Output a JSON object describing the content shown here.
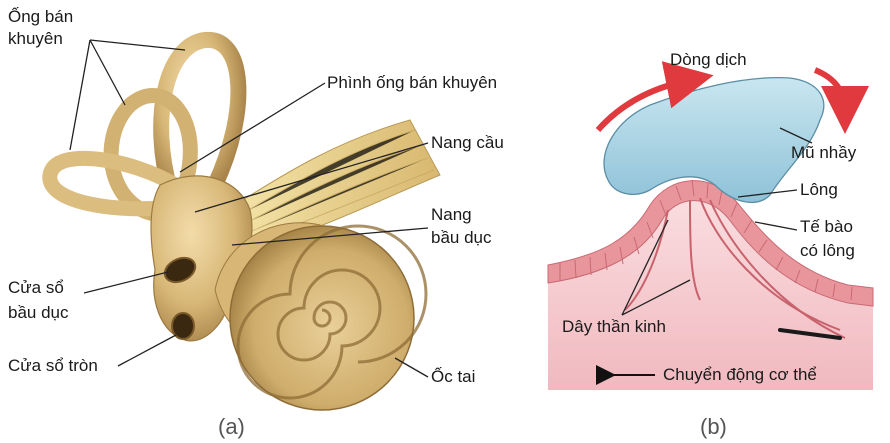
{
  "panel_a": {
    "labels": {
      "semicircular_canals": [
        "Ống bán",
        "khuyên"
      ],
      "ampulla": "Phình ống bán khuyên",
      "saccule": "Nang cầu",
      "utricle": [
        "Nang",
        "bầu dục"
      ],
      "oval_window": [
        "Cửa sổ",
        "bầu dục"
      ],
      "round_window": "Cửa sổ tròn",
      "cochlea": "Ốc tai"
    },
    "caption": "(a)"
  },
  "panel_b": {
    "labels": {
      "fluid_flow": "Dòng dịch",
      "cupula": "Mũ nhầy",
      "hairs": "Lông",
      "hair_cells": [
        "Tế bào",
        "có lông"
      ],
      "nerve_fibers": "Dây thần kinh",
      "body_movement": "Chuyển động cơ thể"
    },
    "caption": "(b)"
  },
  "colors": {
    "bone": "#d8b878",
    "bone_dark": "#a9844a",
    "cupula": "#a9d4e6",
    "tissue": "#f4c8cc",
    "cells": "#e9959c",
    "flow_arrow": "#e0393e",
    "nerve": "#e8d49a"
  }
}
